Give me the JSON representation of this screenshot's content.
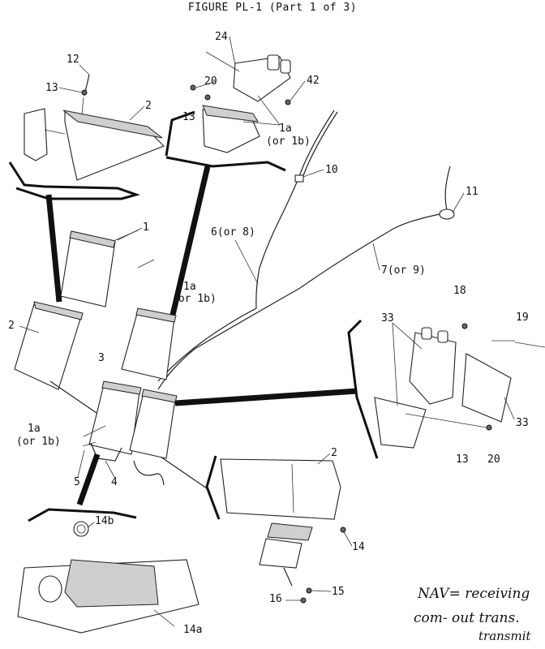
{
  "figure_title": "FIGURE PL-1 (Part 1 of 3)",
  "callouts": {
    "c24": "24",
    "c12": "12",
    "c13a": "13",
    "c2a": "2",
    "c20a": "20",
    "c42": "42",
    "c13b": "13",
    "c1a_top": "1a",
    "c1a_top_alt": "(or 1b)",
    "c10": "10",
    "c11": "11",
    "c1": "1",
    "c6": "6(or 8)",
    "c7": "7(or 9)",
    "c1a_mid": "1a",
    "c1a_mid_alt": "(or 1b)",
    "c2b": "2",
    "c18": "18",
    "c19": "19",
    "c33a": "33",
    "c33b": "33",
    "c3": "3",
    "c1a_low": "1a",
    "c1a_low_alt": "(or 1b)",
    "c5": "5",
    "c4": "4",
    "c13c": "13",
    "c20b": "20",
    "c2c": "2",
    "c14b": "14b",
    "c14": "14",
    "c15": "15",
    "c16": "16",
    "c14a": "14a"
  },
  "handwritten_note": {
    "line1": "NAV= receiving",
    "line2": "com- out trans.",
    "line3": "transmit"
  }
}
